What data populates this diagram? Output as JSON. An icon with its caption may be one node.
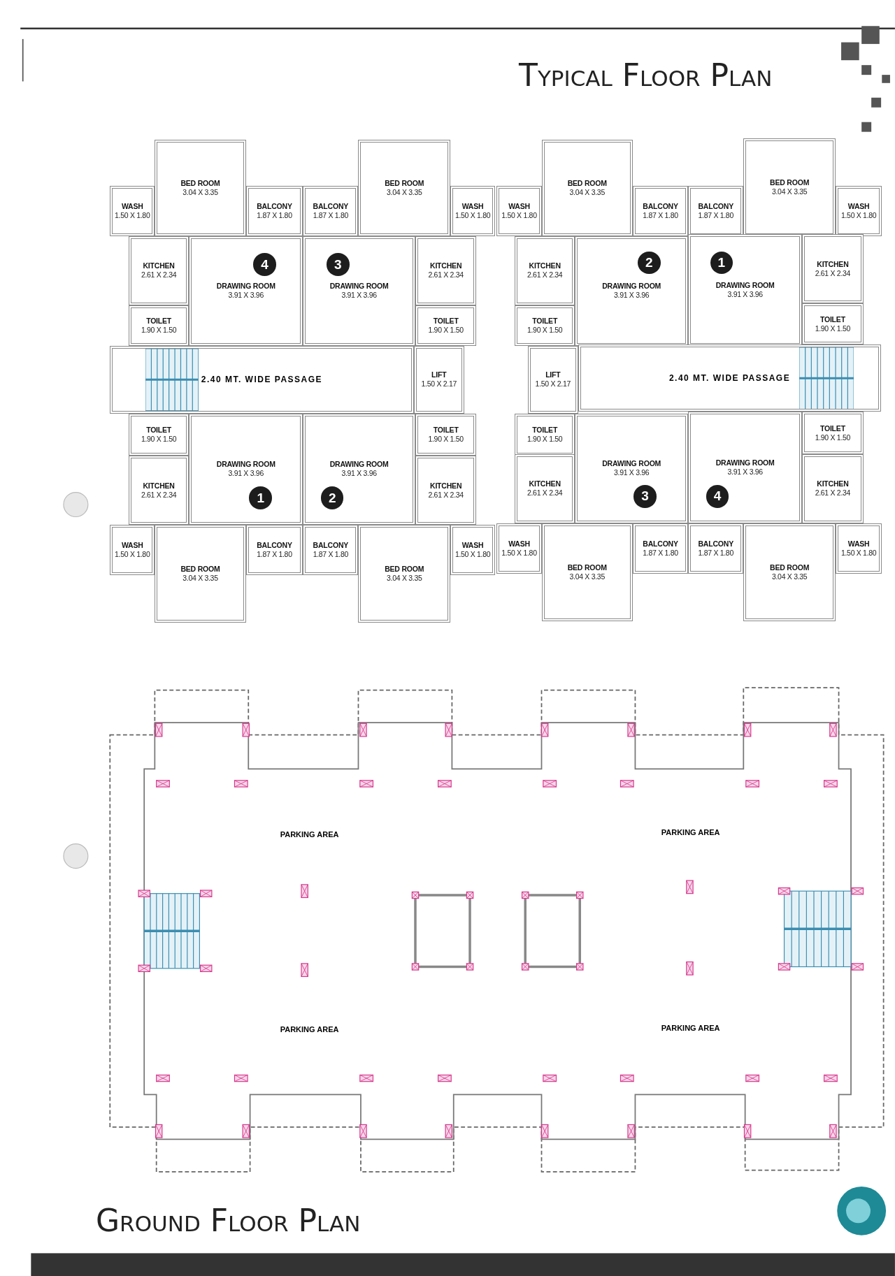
{
  "diagram": {
    "title": "Typical Floor Plan",
    "nodes": [
      {
        "text": [
          "WASH",
          "1.50 X 1.80"
        ]
      },
      {
        "text": [
          "BED ROOM",
          "3.04 X 3.35"
        ]
      },
      {
        "text": [
          "BALCONY",
          "1.87 X 1.80"
        ]
      },
      {
        "text": [
          "BALCONY",
          "1.87 X 1.80"
        ]
      },
      {
        "text": [
          "BED ROOM",
          "3.04 X 3.35"
        ]
      },
      {
        "text": [
          "WASH",
          "1.50 X 1.80"
        ]
      },
      {
        "text": [
          "WASH",
          "1.50 X 1.80"
        ]
      },
      {
        "text": [
          "BED ROOM",
          "3.04 X 3.35"
        ]
      },
      {
        "text": [
          "BALCONY",
          "1.87 X 1.80"
        ]
      },
      {
        "text": [
          "BALCONY",
          "1.87 X 1.80"
        ]
      },
      {
        "text": [
          "BED ROOM",
          "3.04 X 3.35"
        ]
      },
      {
        "text": [
          "WASH",
          "1.50 X 1.80"
        ]
      },
      {
        "text": [
          "KITCHEN",
          "2.61 X 2.34"
        ]
      },
      {
        "text": [
          "DRAWING ROOM",
          "3.91 X 3.96"
        ]
      },
      {
        "text": [
          "4"
        ],
        "in": 13
      },
      {
        "text": [
          "DRAWING ROOM",
          "3.91 X 3.96"
        ]
      },
      {
        "text": [
          "3"
        ],
        "in": 15
      },
      {
        "text": [
          "KITCHEN",
          "2.61 X 2.34"
        ]
      },
      {
        "text": [
          "KITCHEN",
          "2.61 X 2.34"
        ]
      },
      {
        "text": [
          "DRAWING ROOM",
          "3.91 X 3.96"
        ]
      },
      {
        "text": [
          "2"
        ],
        "in": 19
      },
      {
        "text": [
          "DRAWING ROOM",
          "3.91 X 3.96"
        ]
      },
      {
        "text": [
          "1"
        ],
        "in": 21
      },
      {
        "text": [
          "KITCHEN",
          "2.61 X 2.34"
        ]
      },
      {
        "text": [
          "TOILET",
          "1.90 X 1.50"
        ]
      },
      {
        "text": [
          "TOILET",
          "1.90 X 1.50"
        ]
      },
      {
        "text": [
          "TOILET",
          "1.90 X 1.50"
        ]
      },
      {
        "text": [
          "TOILET",
          "1.90 X 1.50"
        ]
      },
      {
        "text": [
          "2.40 MT. WIDE PASSAGE"
        ]
      },
      {
        "text": [
          "LIFT",
          "1.50 X 2.17"
        ]
      },
      {
        "text": [
          "LIFT",
          "1.50 X 2.17"
        ]
      },
      {
        "text": [
          "2.40 MT. WIDE PASSAGE"
        ]
      },
      {
        "text": [
          "TOILET",
          "1.90 X 1.50"
        ]
      },
      {
        "text": [
          "TOILET",
          "1.90 X 1.50"
        ]
      },
      {
        "text": [
          "TOILET",
          "1.90 X 1.50"
        ]
      },
      {
        "text": [
          "TOILET",
          "1.90 X 1.50"
        ]
      },
      {
        "text": [
          "KITCHEN",
          "2.61 X 2.34"
        ]
      },
      {
        "text": [
          "DRAWING ROOM",
          "3.91 X 3.96"
        ]
      },
      {
        "text": [
          "1"
        ],
        "in": 37
      },
      {
        "text": [
          "DRAWING ROOM",
          "3.91 X 3.96"
        ]
      },
      {
        "text": [
          "2"
        ],
        "in": 39
      },
      {
        "text": [
          "KITCHEN",
          "2.61 X 2.34"
        ]
      },
      {
        "text": [
          "KITCHEN",
          "2.61 X 2.34"
        ]
      },
      {
        "text": [
          "DRAWING ROOM",
          "3.91 X 3.96"
        ]
      },
      {
        "text": [
          "3"
        ],
        "in": 43
      },
      {
        "text": [
          "DRAWING ROOM",
          "3.91 X 3.96"
        ]
      },
      {
        "text": [
          "4"
        ],
        "in": 45
      },
      {
        "text": [
          "KITCHEN",
          "2.61 X 2.34"
        ]
      },
      {
        "text": [
          "WASH",
          "1.50 X 1.80"
        ]
      },
      {
        "text": [
          "BED ROOM",
          "3.04 X 3.35"
        ]
      },
      {
        "text": [
          "BALCONY",
          "1.87 X 1.80"
        ]
      },
      {
        "text": [
          "BALCONY",
          "1.87 X 1.80"
        ]
      },
      {
        "text": [
          "BED ROOM",
          "3.04 X 3.35"
        ]
      },
      {
        "text": [
          "WASH",
          "1.50 X 1.80"
        ]
      },
      {
        "text": [
          "WASH",
          "1.50 X 1.80"
        ]
      },
      {
        "text": [
          "BED ROOM",
          "3.04 X 3.35"
        ]
      },
      {
        "text": [
          "BALCONY",
          "1.87 X 1.80"
        ]
      },
      {
        "text": [
          "BALCONY",
          "1.87 X 1.80"
        ]
      },
      {
        "text": [
          "BED ROOM",
          "3.04 X 3.35"
        ]
      },
      {
        "text": [
          "WASH",
          "1.50 X 1.80"
        ]
      },
      {
        "text": [
          "PARKING AREA"
        ]
      },
      {
        "text": [
          "PARKING AREA"
        ]
      },
      {
        "text": [
          "PARKING AREA"
        ]
      },
      {
        "text": [
          "PARKING AREA"
        ]
      }
    ],
    "labels": [
      "Ground Floor Plan"
    ]
  }
}
